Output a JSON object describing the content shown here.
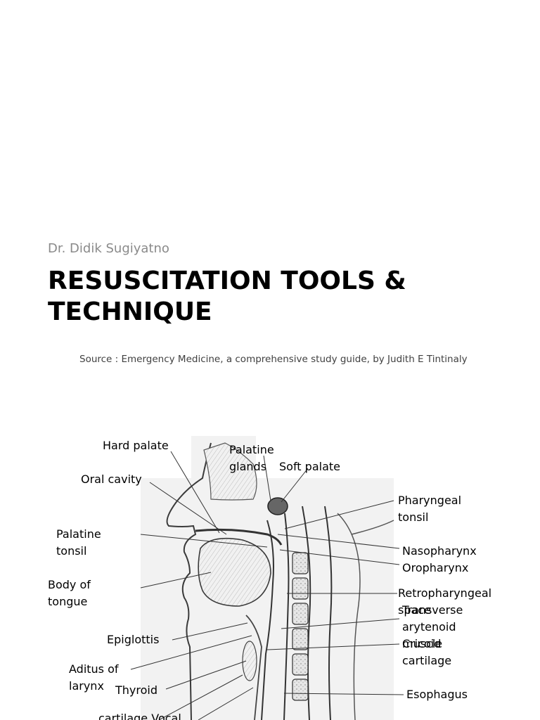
{
  "author": "Dr. Didik Sugiyatno",
  "title_line1": "RESUSCITATION TOOLS &",
  "title_line2": "TECHNIQUE",
  "source": "Source : Emergency Medicine, a comprehensive study guide, by Judith E Tintinaly",
  "figure": {
    "labels": {
      "hard_palate": "Hard palate",
      "palatine_glands": "Palatine\nglands",
      "soft_palate": "Soft palate",
      "oral_cavity": "Oral cavity",
      "pharyngeal_tonsil": "Pharyngeal\ntonsil",
      "palatine_tonsil": "Palatine\ntonsil",
      "nasopharynx": "Nasopharynx",
      "oropharynx": "Oropharynx",
      "body_of_tongue": "Body of\ntongue",
      "retropharyngeal_space": "Retropharyngeal\nspace",
      "transverse_arytenoid": "Transverse\narytenoid\nmuscle",
      "cricoid_cartilage": "Cricoid\ncartilage",
      "epiglottis": "Epiglottis",
      "aditus_of_larynx": "Aditus of\nlarynx",
      "thyroid": "Thyroid",
      "esophagus": "Esophagus",
      "cartilage_vocal": "cartilage Vocal"
    }
  }
}
